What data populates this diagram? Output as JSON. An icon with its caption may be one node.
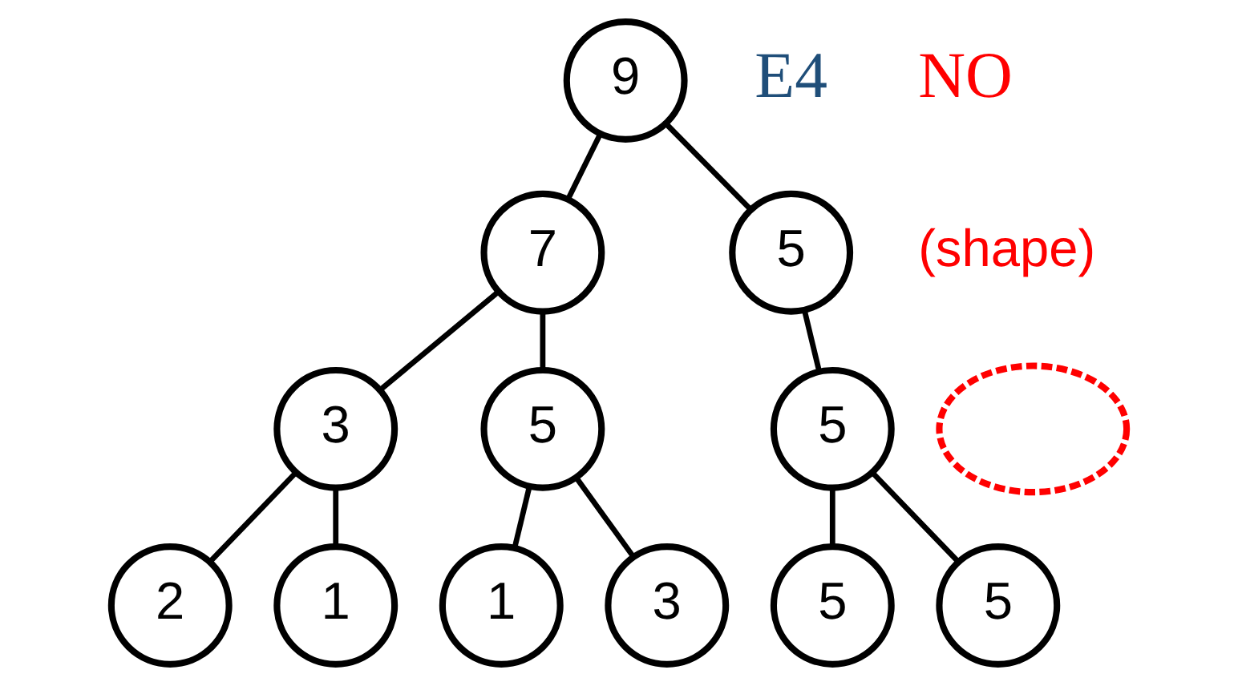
{
  "diagram": {
    "nodes": [
      {
        "text": [
          "9"
        ]
      },
      {
        "text": [
          "7"
        ]
      },
      {
        "text": [
          "5"
        ]
      },
      {
        "text": [
          "3"
        ]
      },
      {
        "text": [
          "5"
        ]
      },
      {
        "text": [
          "5"
        ]
      },
      {
        "text": [],
        "shape": "ellipse"
      },
      {
        "text": [
          "2"
        ]
      },
      {
        "text": [
          "1"
        ]
      },
      {
        "text": [
          "1"
        ]
      },
      {
        "text": [
          "3"
        ]
      },
      {
        "text": [
          "5"
        ]
      },
      {
        "text": [
          "5"
        ]
      }
    ],
    "edges": [
      {
        "from": 0,
        "to": 1,
        "arrow": "none"
      },
      {
        "from": 0,
        "to": 2,
        "arrow": "none"
      },
      {
        "from": 1,
        "to": 3,
        "arrow": "none"
      },
      {
        "from": 1,
        "to": 4,
        "arrow": "none"
      },
      {
        "from": 2,
        "to": 5,
        "arrow": "none"
      },
      {
        "from": 3,
        "to": 7,
        "arrow": "none"
      },
      {
        "from": 3,
        "to": 8,
        "arrow": "none"
      },
      {
        "from": 4,
        "to": 9,
        "arrow": "none"
      },
      {
        "from": 4,
        "to": 10,
        "arrow": "none"
      },
      {
        "from": 5,
        "to": 11,
        "arrow": "none"
      },
      {
        "from": 5,
        "to": 12,
        "arrow": "none"
      }
    ],
    "labels": [
      "E4",
      "NO",
      "(shape)"
    ]
  }
}
